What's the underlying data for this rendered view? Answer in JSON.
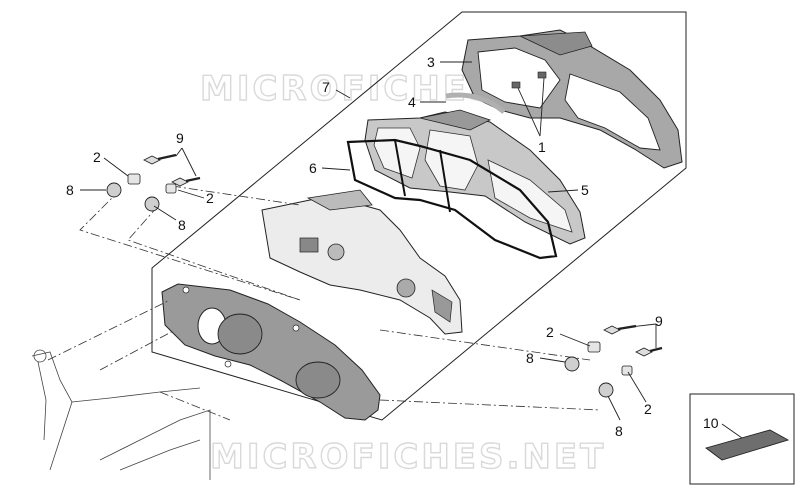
{
  "watermarks": [
    "MICROFICHES.NET",
    "MICROFICHES.NET"
  ],
  "callouts": {
    "c1": "1",
    "c2a": "2",
    "c2b": "2",
    "c2c": "2",
    "c2d": "2",
    "c3": "3",
    "c4": "4",
    "c5": "5",
    "c6": "6",
    "c7": "7",
    "c8a": "8",
    "c8b": "8",
    "c8c": "8",
    "c8d": "8",
    "c9a": "9",
    "c9b": "9",
    "c10": "10"
  },
  "colors": {
    "line": "#222222",
    "watermark": "#d9d9d9",
    "cover_fill": "#9a9a9a",
    "frame_fill": "#a8a8a8",
    "kit_fill": "#6e6e6e"
  }
}
